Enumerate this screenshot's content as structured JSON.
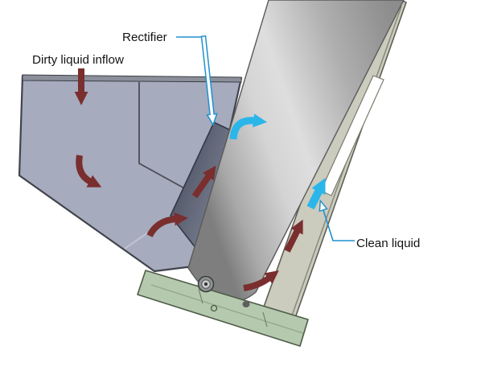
{
  "diagram": {
    "labels": {
      "dirty_inflow": "Dirty liquid inflow",
      "rectifier": "Rectifier",
      "clean_liquid": "Clean liquid"
    },
    "colors": {
      "background": "#ffffff",
      "tank_body": "#a6abbe",
      "tank_rim": "#8b8f9a",
      "tank_edge": "#41444c",
      "rectifier_plate_dark": "#565c6c",
      "rectifier_plate_light": "#7d8494",
      "cylinder_mid": "#d9d9d9",
      "side_plate": "#cbcbbe",
      "side_plate_edge": "#5f5f55",
      "slot": "#ffffff",
      "base_plate": "#b5c9ae",
      "base_plate_edge": "#4e5c48",
      "dirty_flow": "#7a2e2e",
      "clean_flow": "#2ab6e9",
      "leader": "#1f90cd",
      "label_text": "#141414"
    }
  }
}
